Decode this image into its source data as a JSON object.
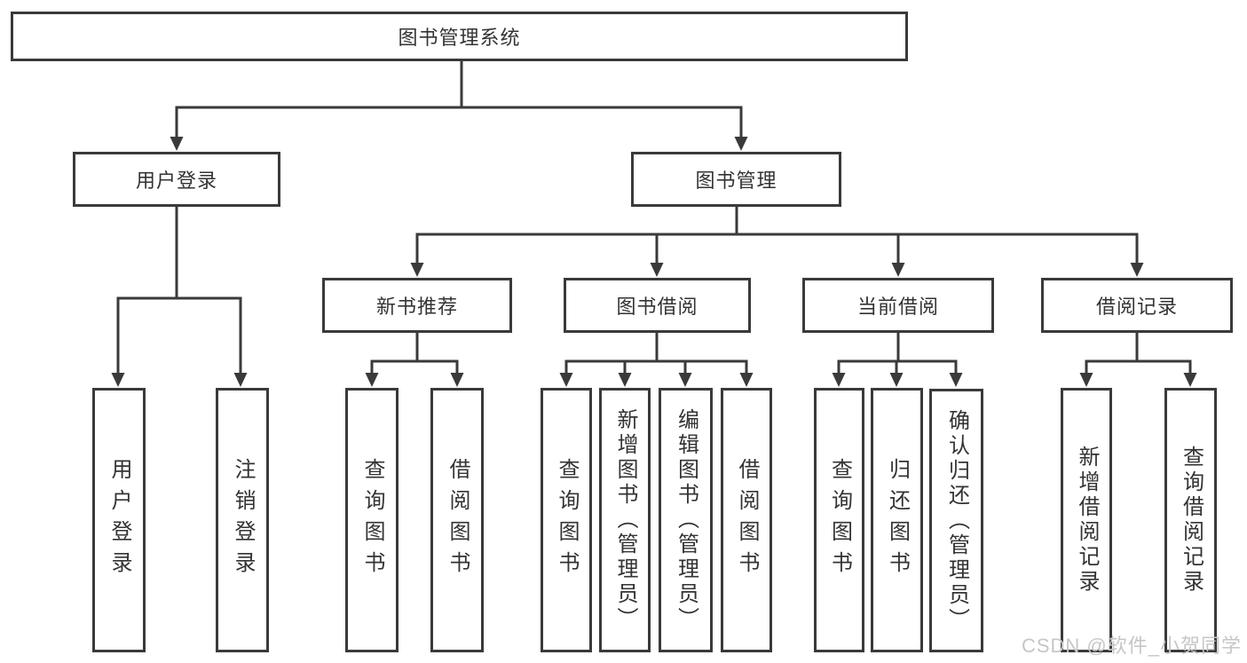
{
  "colors": {
    "line": "#3a3a3a",
    "text": "#333333",
    "background": "#ffffff",
    "watermark": "#c6c6c6"
  },
  "watermark": {
    "text": "CSDN @软件_小贺同学"
  },
  "diagram": {
    "type": "hierarchy-tree",
    "root": {
      "label": "图书管理系统"
    },
    "branches": [
      {
        "label": "用户登录",
        "children": [
          {
            "label": "用户登录"
          },
          {
            "label": "注销登录"
          }
        ]
      },
      {
        "label": "图书管理",
        "children": [
          {
            "label": "新书推荐",
            "children": [
              {
                "label": "查询图书"
              },
              {
                "label": "借阅图书"
              }
            ]
          },
          {
            "label": "图书借阅",
            "children": [
              {
                "label": "查询图书"
              },
              {
                "label": "新增图书（管理员）"
              },
              {
                "label": "编辑图书（管理员）"
              },
              {
                "label": "借阅图书"
              }
            ]
          },
          {
            "label": "当前借阅",
            "children": [
              {
                "label": "查询图书"
              },
              {
                "label": "归还图书"
              },
              {
                "label": "确认归还（管理员）"
              }
            ]
          },
          {
            "label": "借阅记录",
            "children": [
              {
                "label": "新增借阅记录"
              },
              {
                "label": "查询借阅记录"
              }
            ]
          }
        ]
      }
    ]
  }
}
